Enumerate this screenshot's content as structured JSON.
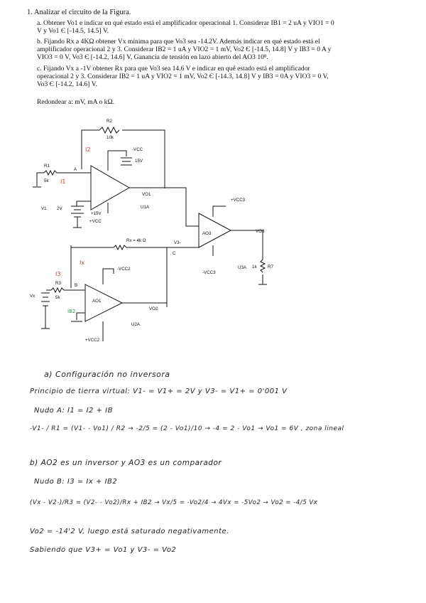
{
  "statement": {
    "title": "1.  Analizar el circuito de la Figura.",
    "a": "a. Obtener Vo1 e indicar en qué estado está el amplificador operacional 1. Considerar IB1 = 2 uA y VIO1 = 0 V y Vo1 Є [-14.5, 14.5] V.",
    "b": "b. Fijando Rx a 4KΩ obtener  Vx mínima para que Vo3 sea -14.2V. Además  indicar en qué estado está el amplificador  operacional 2 y 3. Considerar IB2 = 1 uA y VIO2 = 1 mV, Vo2 Є [-14.5, 14.8] V y IB3 = 0 A y VIO3 = 0 V, Vo3 Є [-14.2, 14.6] V, Ganancia de tensión en lazo abierto del AO3 10⁸.",
    "c": "c. Fijando Vx a -1V obtener  Rx para que Vo3 sea 14.6 V e indicar en qué estado está el amplificador operacional 2 y 3. Considerar IB2 = 1 uA y VIO2 = 1 mV, Vo2 Є [-14.3, 14.8] V y IB3 = 0A y VIO3 = 0 V, Vo3 Є [-14.2, 14.6] V.",
    "rounding": "Redondear a: mV,  mA o kΩ."
  },
  "circuit": {
    "r2": "R2",
    "r2_val": "10k",
    "r1": "R1",
    "r1_val": "5k",
    "r3": "R3",
    "r3_val": "5k",
    "rx": "Rx = 4k Ω",
    "r7": "R7",
    "r7_val": "1k",
    "v1": "V1",
    "v1_val": "2V",
    "vx": "Vx",
    "vcc": "-VCC",
    "vcc_pos": "+VCC",
    "v15": "15V",
    "v15p": "+15V",
    "vcc2": "-VCC2",
    "vcc2_pos": "+VCC2",
    "vcc3": "-VCC3",
    "vcc3_pos": "+VCC3",
    "u1a": "U1A",
    "u2a": "U2A",
    "u3a": "U3A",
    "ao3": "AO3",
    "ao1": "AO1",
    "vo1": "VO1",
    "vo2": "VO2",
    "vo3": "VO3",
    "node_a": "A",
    "node_b": "B",
    "node_c": "C",
    "i1": "I1",
    "i2": "I2",
    "i3": "I3",
    "ix": "Ix",
    "ib": "IB2",
    "vout_minus": "V3-"
  },
  "solution": {
    "a_head": "a)  Configuración no inversora",
    "a1": "Principio de tierra virtual:  V1- = V1+ = 2V      y  V3- = V1+ = 0'001 V",
    "a2": "Nudo A:   I1 = I2 + IB",
    "a3": "-V1- / R1 = (V1- - Vo1) / R2  →  -2/5 = (2 - Vo1)/10  → -4 = 2 - Vo1  → Vo1 = 6V , zona lineal",
    "b_head": "b)  AO2 es un inversor  y  AO3 es un comparador",
    "b1": "Nudo B:  I3 = Ix + IB2",
    "b2": "(Vx - V2-)/R3 = (V2- - Vo2)/Rx + IB2  →  Vx/5 = -Vo2/4  →  4Vx = -5Vo2  →  Vo2 = -4/5 Vx",
    "b3": "Vo2 = -14'2 V,  luego está saturado negativamente.",
    "b4": "Sabiendo que  V3+ = Vo1  y  V3- = Vo2"
  }
}
